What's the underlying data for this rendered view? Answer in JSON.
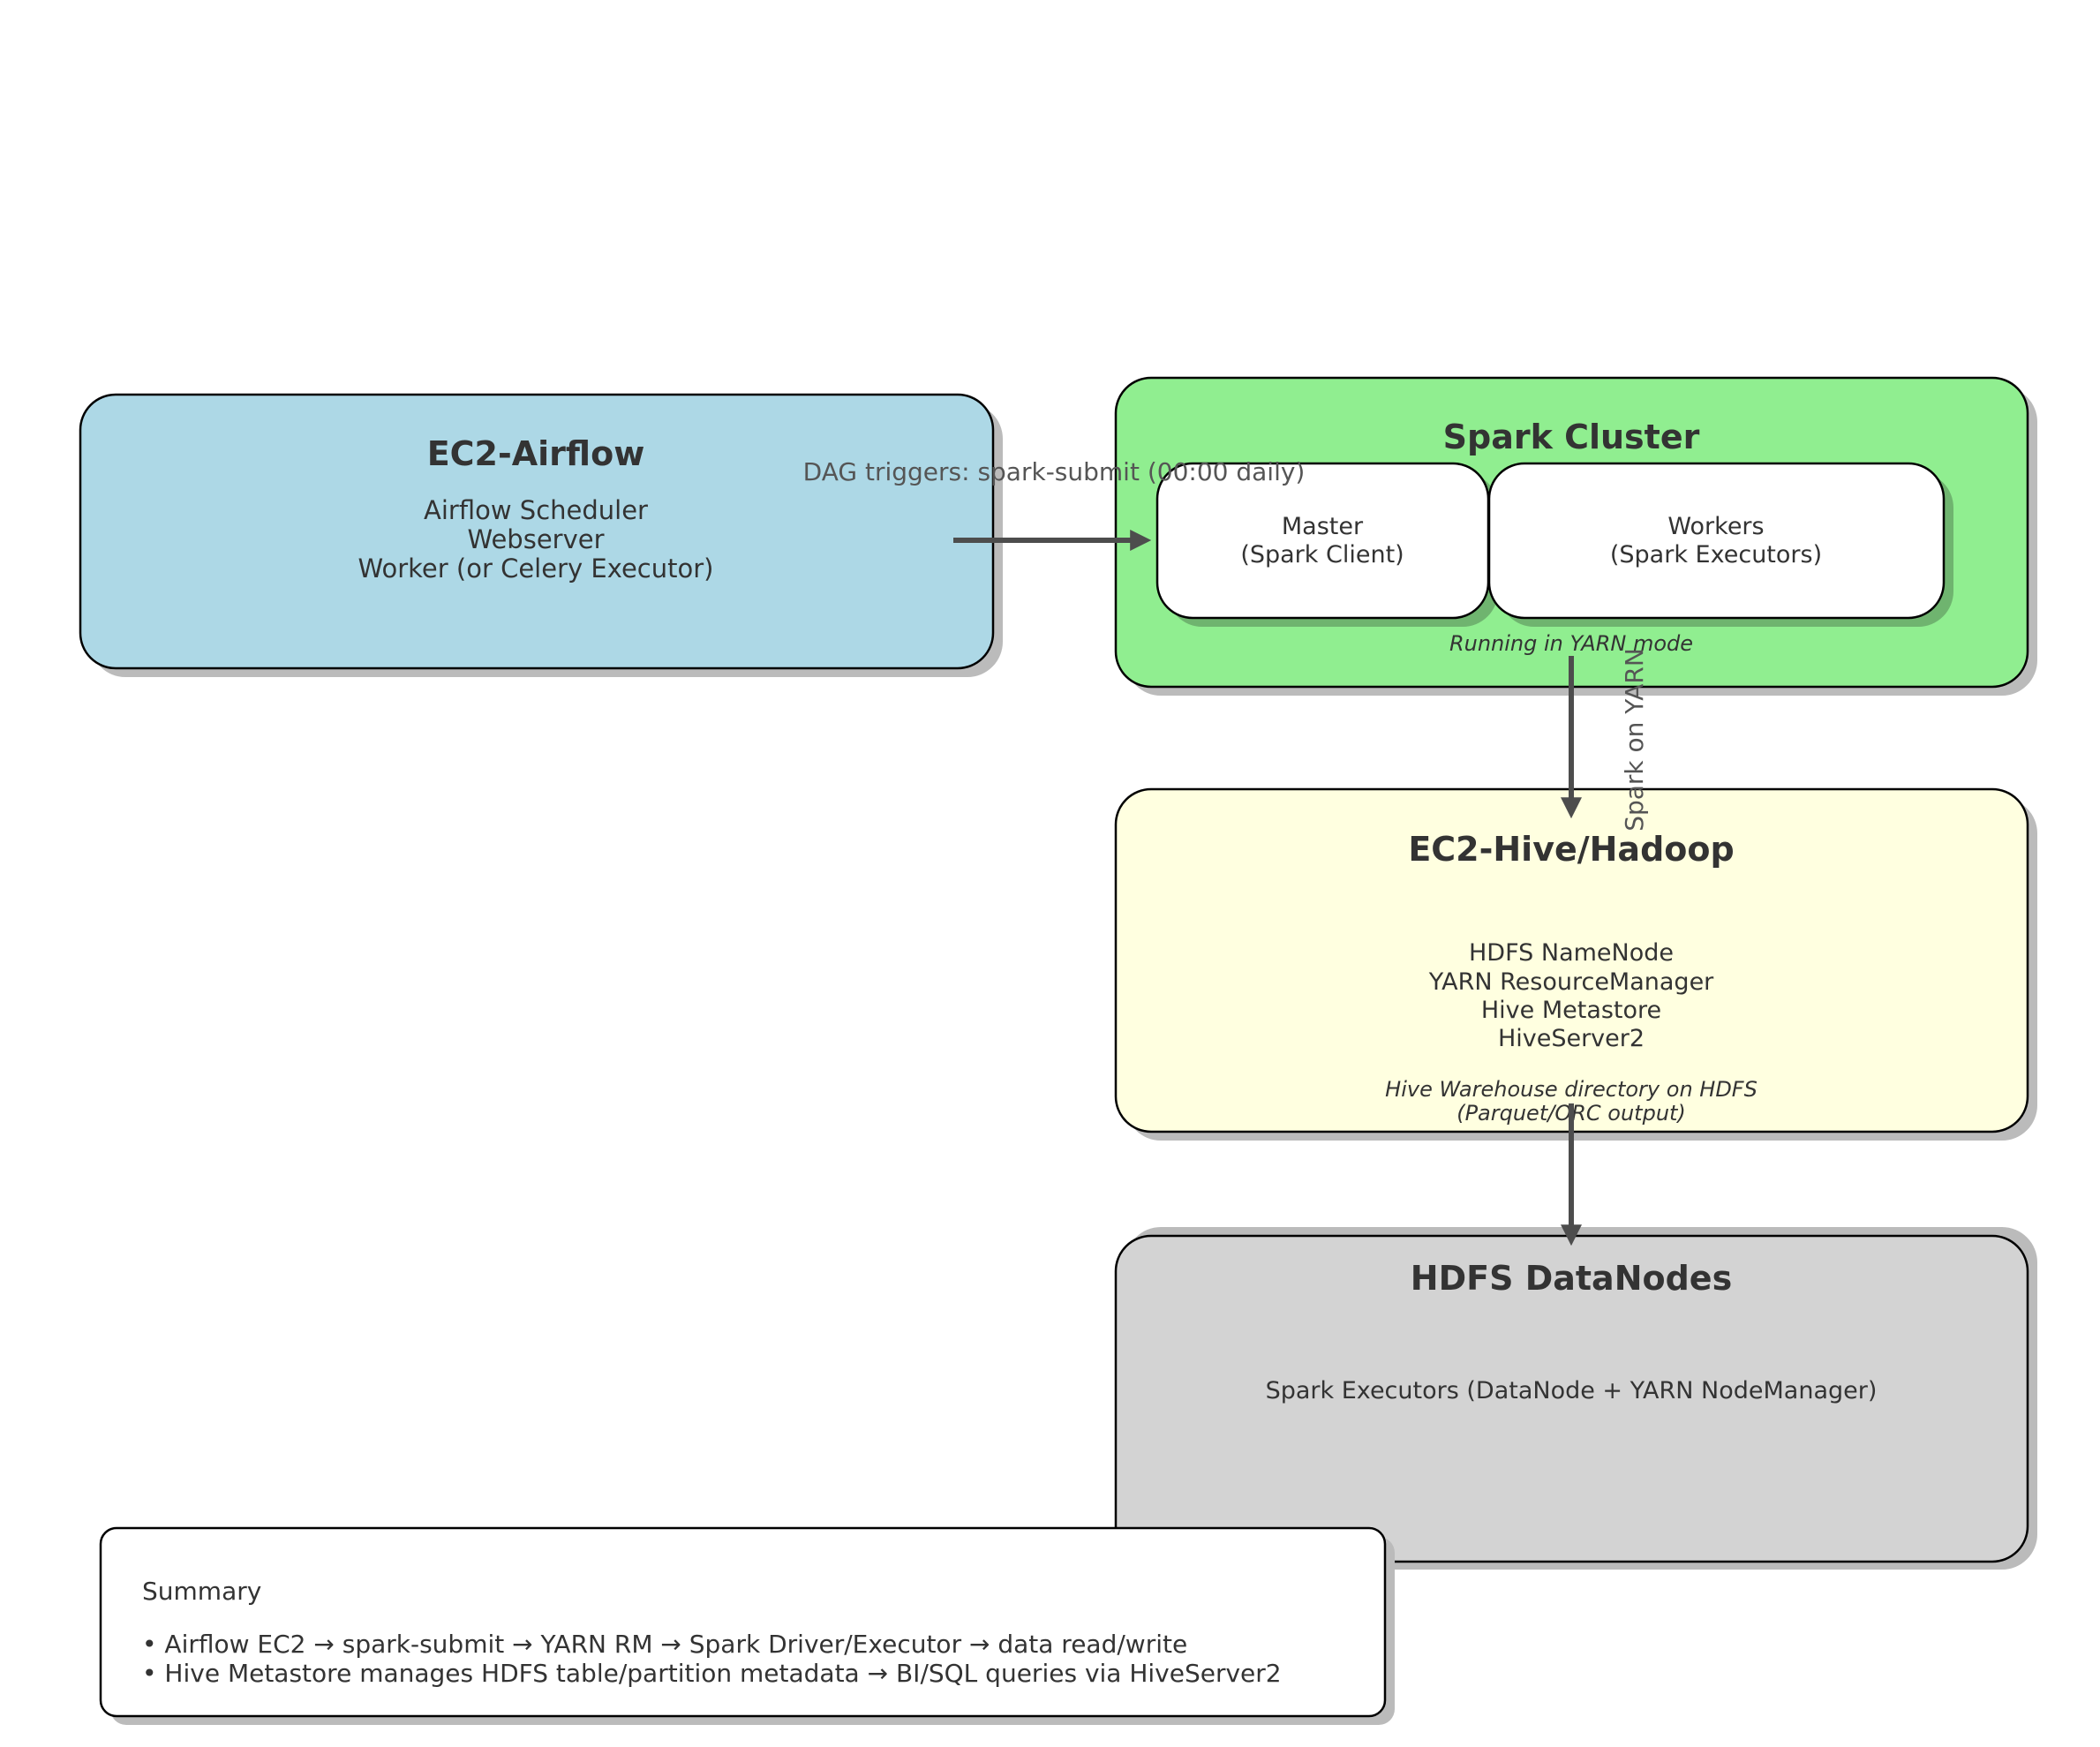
{
  "colors": {
    "airflow_fill": "#add8e6",
    "spark_fill": "#90ee90",
    "hive_fill": "#ffffe0",
    "datanodes_fill": "#d3d3d3",
    "inner_fill": "#ffffff",
    "shadow": "#bbbbbb",
    "inner_shadow": "#6fb46f",
    "border": "#000000",
    "arrow": "#4d4d4d"
  },
  "airflow": {
    "title": "EC2-Airflow",
    "lines": [
      "Airflow Scheduler",
      "Webserver",
      "Worker (or Celery Executor)"
    ]
  },
  "spark": {
    "title": "Spark Cluster",
    "master": {
      "lines": [
        "Master",
        "(Spark Client)"
      ]
    },
    "workers": {
      "lines": [
        "Workers",
        "(Spark Executors)"
      ]
    },
    "note": "Running in YARN mode"
  },
  "hive": {
    "title": "EC2-Hive/Hadoop",
    "lines": [
      "HDFS NameNode",
      "YARN ResourceManager",
      "Hive Metastore",
      "HiveServer2"
    ],
    "note_lines": [
      "Hive Warehouse directory on HDFS",
      "(Parquet/ORC output)"
    ]
  },
  "datanodes": {
    "title": "HDFS DataNodes",
    "line": "Spark Executors (DataNode + YARN NodeManager)"
  },
  "edges": {
    "airflow_to_spark": "DAG triggers: spark-submit (00:00 daily)",
    "spark_to_hive": "Spark on YARN"
  },
  "summary": {
    "heading": "Summary",
    "bullets": [
      "• Airflow EC2 → spark-submit → YARN RM → Spark Driver/Executor → data read/write",
      "• Hive Metastore manages HDFS table/partition metadata → BI/SQL queries via HiveServer2"
    ]
  }
}
